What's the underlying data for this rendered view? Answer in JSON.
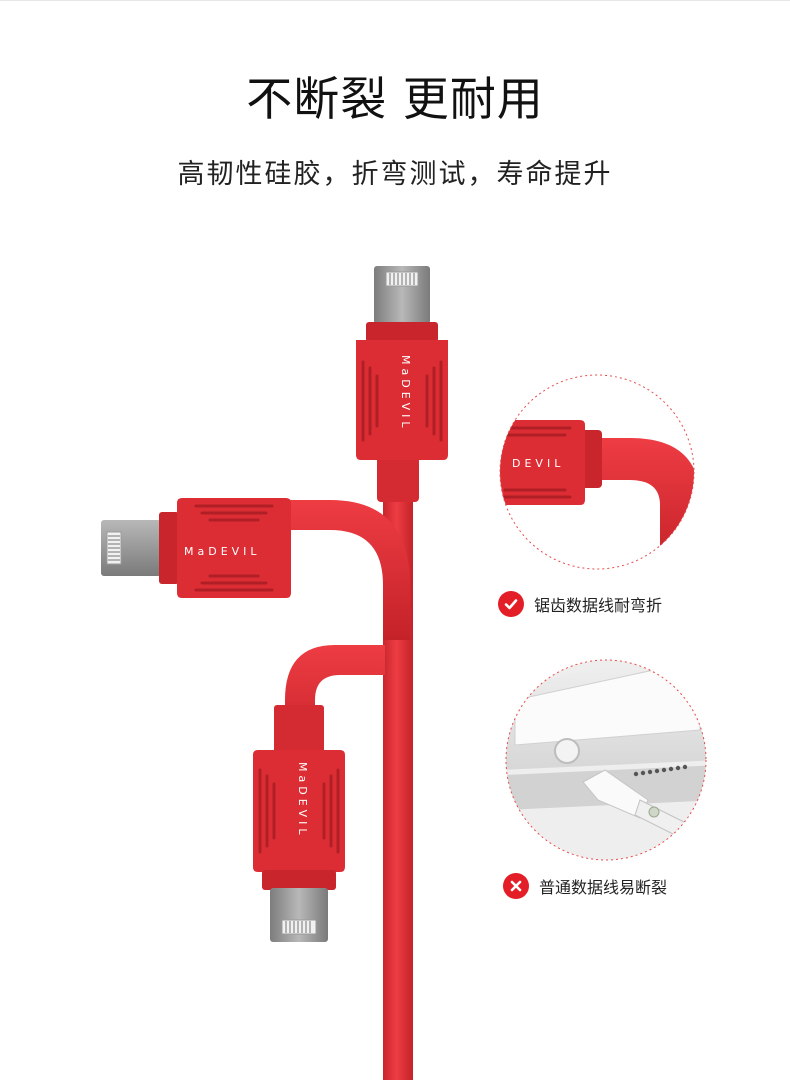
{
  "header": {
    "title": "不断裂 更耐用",
    "subtitle": "高韧性硅胶，折弯测试，寿命提升"
  },
  "product": {
    "brand": "MaDEVIL",
    "colors": {
      "cable": "#e7333a",
      "housing": "#d92b32",
      "connector": "#9a9a9a"
    }
  },
  "callouts": {
    "good": {
      "label": "锯齿数据线耐弯折",
      "icon": "check-icon",
      "color": "#e41e26"
    },
    "bad": {
      "label": "普通数据线易断裂",
      "icon": "cross-icon",
      "color": "#e41e26"
    }
  }
}
